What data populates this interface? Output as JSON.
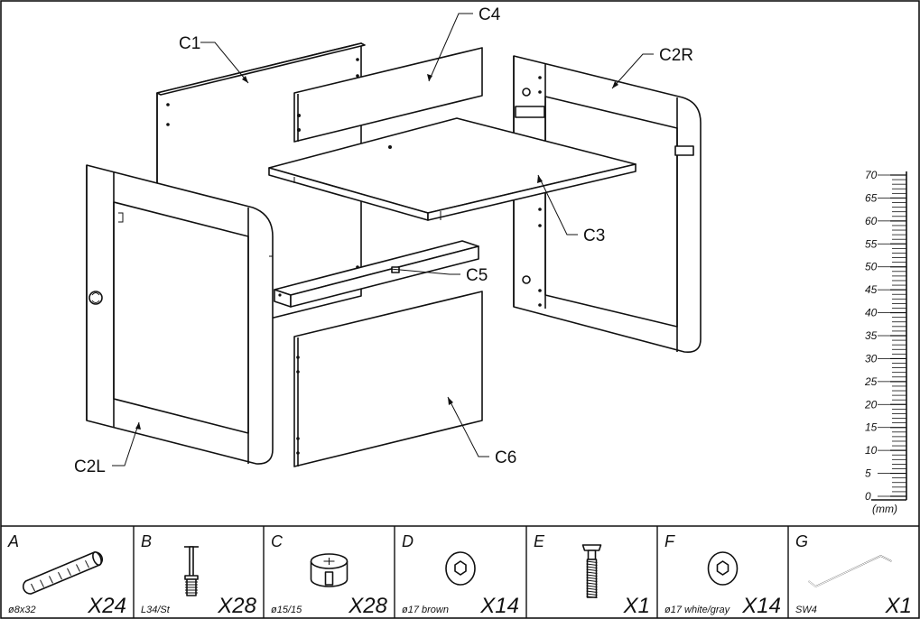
{
  "parts": {
    "c1": "C1",
    "c4": "C4",
    "c2r": "C2R",
    "c3": "C3",
    "c5": "C5",
    "c2l": "C2L",
    "c6": "C6"
  },
  "ruler": {
    "ticks": [
      "70",
      "65",
      "60",
      "55",
      "50",
      "45",
      "40",
      "35",
      "30",
      "25",
      "20",
      "15",
      "10",
      "5",
      "0"
    ],
    "unit": "(mm)"
  },
  "hardware": [
    {
      "letter": "A",
      "spec": "ø8x32",
      "qty": "X24",
      "icon": "dowel-icon"
    },
    {
      "letter": "B",
      "spec": "L34/St",
      "qty": "X28",
      "icon": "cam-bolt-icon"
    },
    {
      "letter": "C",
      "spec": "ø15/15",
      "qty": "X28",
      "icon": "cam-lock-icon"
    },
    {
      "letter": "D",
      "spec": "ø17 brown",
      "qty": "X14",
      "icon": "cover-cap-icon"
    },
    {
      "letter": "E",
      "spec": "",
      "qty": "X1",
      "icon": "connector-screw-icon"
    },
    {
      "letter": "F",
      "spec": "ø17 white/gray",
      "qty": "X14",
      "icon": "cover-cap-icon"
    },
    {
      "letter": "G",
      "spec": "SW4",
      "qty": "X1",
      "icon": "hex-key-icon"
    }
  ]
}
